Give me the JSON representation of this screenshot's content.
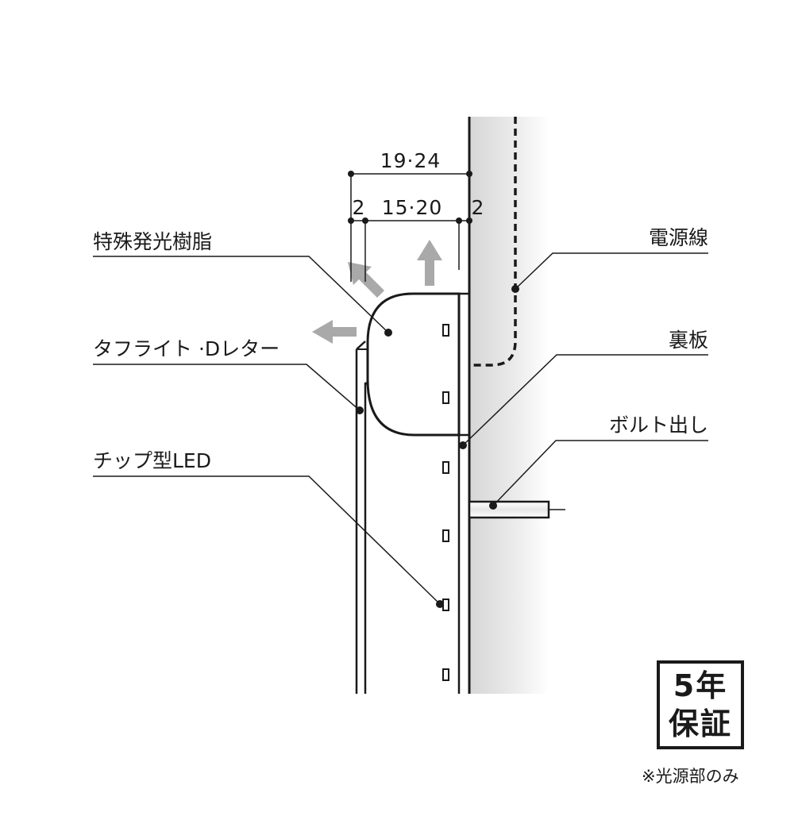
{
  "dimensions": {
    "overall_width": "19·24",
    "left_side": "2",
    "inner_width": "15·20",
    "right_side": "2"
  },
  "labels": {
    "special_resin": "特殊発光樹脂",
    "product_name": "タフライト ·Dレター",
    "chip_led": "チップ型LED",
    "power_cable": "電源線",
    "back_plate": "裏板",
    "bolt": "ボルト出し"
  },
  "warranty": {
    "line1": "5年",
    "line2": "保証",
    "note": "※光源部のみ"
  },
  "colors": {
    "line": "#1a1a1a",
    "arrow": "#a9a9a9",
    "wall_shade": "#d9d9d9"
  }
}
